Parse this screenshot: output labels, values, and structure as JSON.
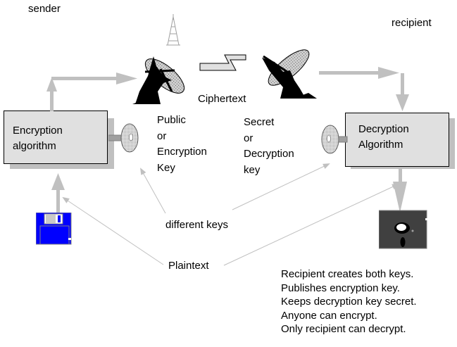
{
  "roles": {
    "sender": "sender",
    "recipient": "recipient"
  },
  "boxes": {
    "encryption": {
      "line1": "Encryption",
      "line2": "algorithm"
    },
    "decryption": {
      "line1": "Decryption",
      "line2": "Algorithm"
    }
  },
  "labels": {
    "ciphertext": "Ciphertext",
    "public_key": [
      "Public",
      "or",
      "Encryption",
      "Key"
    ],
    "secret_key": [
      "Secret",
      "or",
      "Decryption",
      "key"
    ],
    "different_keys": "different keys",
    "plaintext": "Plaintext"
  },
  "notes": [
    "Recipient creates both keys.",
    "Publishes encryption key.",
    "Keeps decryption key secret.",
    "Anyone can encrypt.",
    "Only recipient can decrypt."
  ],
  "icons": {
    "tower": "radio-tower-icon",
    "dish_left": "satellite-dish-icon",
    "dish_right": "satellite-dish-icon",
    "lightning": "lightning-bolt-icon",
    "key_left": "key-icon",
    "key_right": "key-icon",
    "floppy": "floppy-disk-icon",
    "disk": "hard-disk-icon"
  },
  "colors": {
    "arrow": "#c0c0c0",
    "box_fill": "#e0e0e0",
    "box_shadow": "#c0c0c0",
    "floppy": "#0000ff",
    "disk": "#404040"
  }
}
